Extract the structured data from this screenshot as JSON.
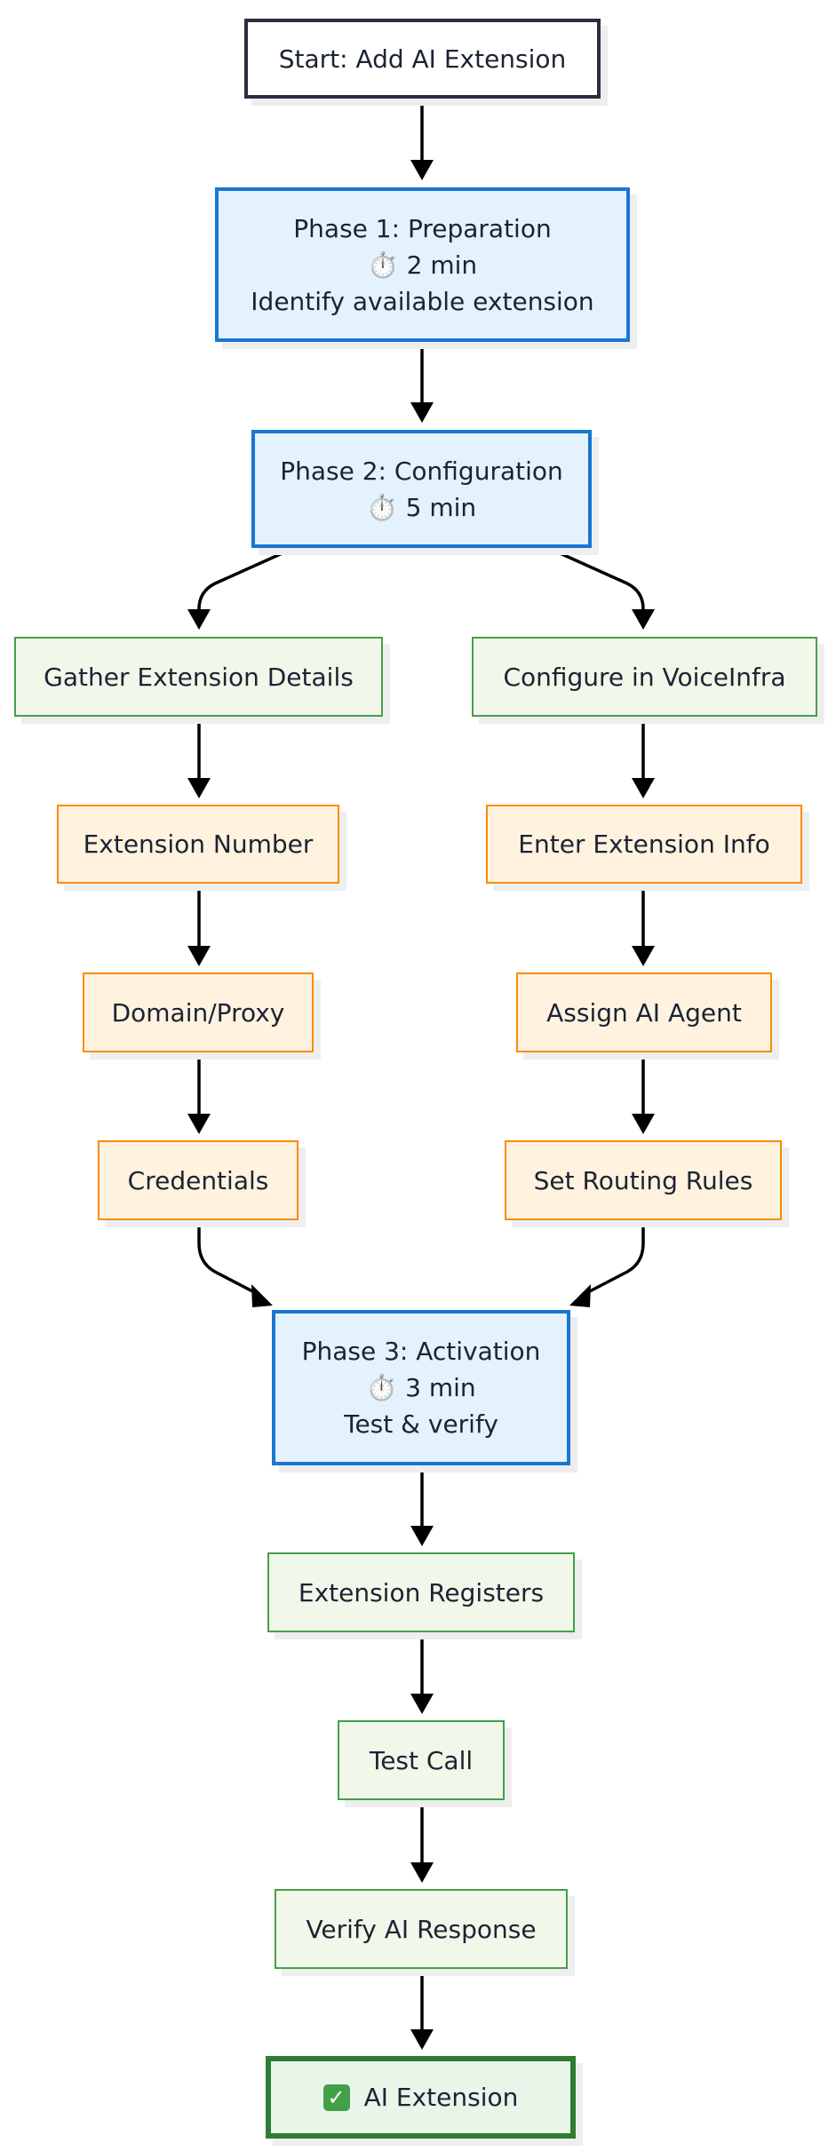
{
  "nodes": {
    "start": "Start: Add AI Extension",
    "phase1": {
      "title": "Phase 1: Preparation",
      "time": "⏱️ 2 min",
      "desc": "Identify available extension"
    },
    "phase2": {
      "title": "Phase 2: Configuration",
      "time": "⏱️ 5 min"
    },
    "gather": "Gather Extension Details",
    "configure": "Configure in VoiceInfra",
    "ext_number": "Extension Number",
    "domain_proxy": "Domain/Proxy",
    "credentials": "Credentials",
    "enter_info": "Enter Extension Info",
    "assign_agent": "Assign AI Agent",
    "routing_rules": "Set Routing Rules",
    "phase3": {
      "title": "Phase 3: Activation",
      "time": "⏱️ 3 min",
      "desc": "Test & verify"
    },
    "registers": "Extension Registers",
    "test_call": "Test Call",
    "verify": "Verify AI Response",
    "final": "AI Extension"
  },
  "icons": {
    "timer": "stopwatch-icon",
    "final": "check-mark-icon"
  },
  "colors": {
    "phase_fill": "#e3f2fd",
    "phase_border": "#1976d2",
    "action_fill": "#f1f8e9",
    "action_border": "#43a047",
    "detail_fill": "#fff3e0",
    "detail_border": "#fb8c00",
    "final_fill": "#e8f5e9",
    "final_border": "#2e7d32",
    "start_border": "#2b2d42",
    "edge": "#000000"
  }
}
